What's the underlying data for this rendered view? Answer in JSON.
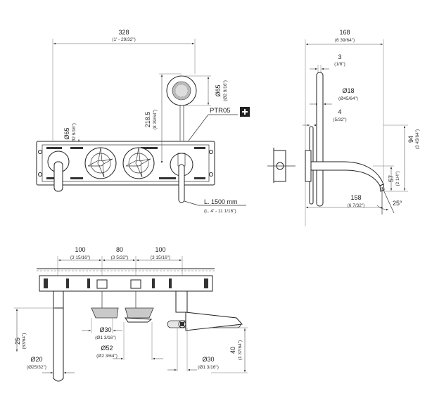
{
  "front_view": {
    "total_width": {
      "value": "328",
      "imperial": "(1' - 29/32\")"
    },
    "left_spout_dia": {
      "value": "Ø65",
      "imperial": "(Ø2 9/16\")"
    },
    "handshower_dia": {
      "value": "Ø65",
      "imperial": "(Ø2 9/16\")"
    },
    "handshower_height": {
      "value": "218.5",
      "imperial": "(8 39/64\")"
    },
    "product_code": "PTR05",
    "hose_length": {
      "value": "L. 1500 mm",
      "imperial": "(L. 4' - 11 1/16\")"
    }
  },
  "side_view": {
    "depth_total": {
      "value": "168",
      "imperial": "(6 39/64\")"
    },
    "plate_gap": {
      "value": "3",
      "imperial": "(1/8\")"
    },
    "stem_dia": {
      "value": "Ø18",
      "imperial": "(Ø45/64\")"
    },
    "offset": {
      "value": "4",
      "imperial": "(5/32\")"
    },
    "height_94": {
      "value": "94",
      "imperial": "(3 45/64\")"
    },
    "height_57": {
      "value": "57",
      "imperial": "(2 1/4\")"
    },
    "spout_reach": {
      "value": "158",
      "imperial": "(6 7/32\")"
    },
    "angle": "25°"
  },
  "bottom_view": {
    "spacing_1": {
      "value": "100",
      "imperial": "(3 15/16\")"
    },
    "spacing_2": {
      "value": "80",
      "imperial": "(3 5/32\")"
    },
    "spacing_3": {
      "value": "100",
      "imperial": "(3 15/16\")"
    },
    "depth_25": {
      "value": "25",
      "imperial": "(63/64\")"
    },
    "dia_20": {
      "value": "Ø20",
      "imperial": "(Ø25/32\")"
    },
    "dia_30_a": {
      "value": "Ø30",
      "imperial": "(Ø1 3/16\")"
    },
    "dia_52": {
      "value": "Ø52",
      "imperial": "(Ø2 3/64\")"
    },
    "dia_30_b": {
      "value": "Ø30",
      "imperial": "(Ø1 3/16\")"
    },
    "height_40": {
      "value": "40",
      "imperial": "(1 37/64\")"
    }
  }
}
